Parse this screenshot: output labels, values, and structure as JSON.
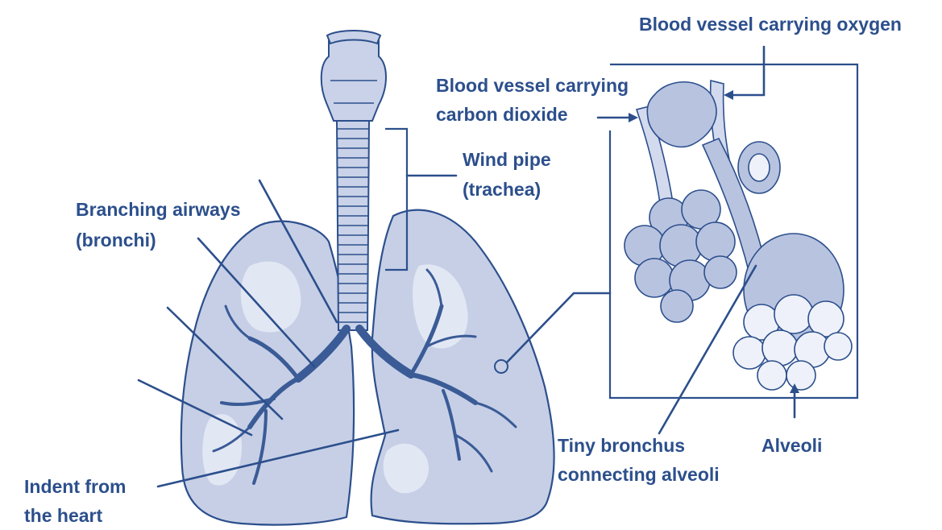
{
  "labels": {
    "blood_vessel_oxygen": "Blood vessel carrying oxygen",
    "blood_vessel_co2_line1": "Blood vessel carrying",
    "blood_vessel_co2_line2": "carbon dioxide",
    "wind_pipe_line1": "Wind pipe",
    "wind_pipe_line2": "(trachea)",
    "branching_airways_line1": "Branching airways",
    "branching_airways_line2": "(bronchi)",
    "indent_heart_line1": "Indent from",
    "indent_heart_line2": "the heart",
    "tiny_bronchus_line1": "Tiny bronchus",
    "tiny_bronchus_line2": "connecting alveoli",
    "alveoli": "Alveoli"
  },
  "colors": {
    "ink": "#2c4f8c",
    "lung_fill": "#c6cfe6",
    "background": "#ffffff"
  }
}
